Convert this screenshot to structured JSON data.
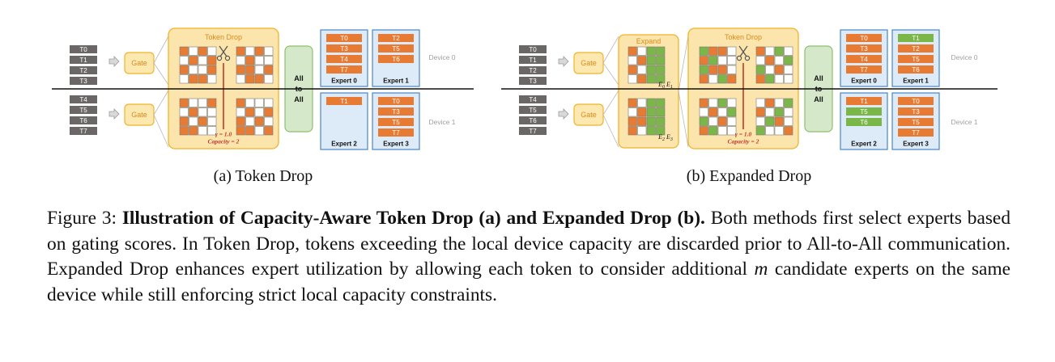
{
  "colors": {
    "orange": "#e87b33",
    "green": "#7ab648",
    "token_gray": "#6b6767",
    "gate_fill": "#fde9b0",
    "gate_border": "#f0b429",
    "drop_fill": "#fbe5ad",
    "expert_fill": "#dcebf7",
    "expert_border": "#4a86c5",
    "a2a_fill": "#d5e8c9",
    "a2a_border": "#8fbf6f",
    "drop_line": "#c0392b"
  },
  "icons": {
    "arrow": "right-arrow-icon",
    "scissors": "scissors-icon"
  },
  "panels": {
    "a": {
      "subcaption": "(a) Token Drop",
      "tokens_top": [
        "T0",
        "T1",
        "T2",
        "T3"
      ],
      "tokens_bottom": [
        "T4",
        "T5",
        "T6",
        "T7"
      ],
      "gate_label": "Gate",
      "drop_title": "Token Drop",
      "gamma": "γ = 1.0",
      "capacity": "Capacity = 2",
      "a2a_label": [
        "All",
        "to",
        "All"
      ],
      "device0": "Device 0",
      "device1": "Device 1",
      "experts": [
        {
          "name": "Expert 0",
          "tokens": [
            "T0",
            "T3",
            "T4",
            "T7"
          ]
        },
        {
          "name": "Expert 1",
          "tokens": [
            "T2",
            "T5",
            "T6"
          ]
        },
        {
          "name": "Expert 2",
          "tokens": [
            "T1"
          ]
        },
        {
          "name": "Expert 3",
          "tokens": [
            "T0",
            "T3",
            "T5",
            "T7"
          ]
        }
      ],
      "grids": [
        {
          "cells": [
            [
              1,
              0,
              1,
              0
            ],
            [
              0,
              1,
              0,
              1
            ],
            [
              1,
              0,
              0,
              1
            ],
            [
              0,
              1,
              1,
              0
            ]
          ]
        },
        {
          "cells": [
            [
              1,
              0,
              1,
              0
            ],
            [
              0,
              1,
              0,
              0
            ],
            [
              1,
              1,
              0,
              1
            ],
            [
              0,
              1,
              1,
              0
            ]
          ]
        },
        {
          "cells": [
            [
              1,
              0,
              0,
              1
            ],
            [
              0,
              1,
              0,
              0
            ],
            [
              1,
              0,
              1,
              0
            ],
            [
              1,
              1,
              0,
              0
            ]
          ]
        },
        {
          "cells": [
            [
              1,
              0,
              0,
              0
            ],
            [
              0,
              1,
              0,
              1
            ],
            [
              1,
              0,
              1,
              0
            ],
            [
              1,
              1,
              0,
              1
            ]
          ]
        }
      ]
    },
    "b": {
      "subcaption": "(b) Expanded Drop",
      "tokens_top": [
        "T0",
        "T1",
        "T2",
        "T3"
      ],
      "tokens_bottom": [
        "T4",
        "T5",
        "T6",
        "T7"
      ],
      "gate_label": "Gate",
      "expand_title": "Expand",
      "drop_title": "Token Drop",
      "gamma": "γ = 1.0",
      "capacity": "Capacity = 2",
      "e_labels_top": [
        "E",
        "0",
        "E",
        "1"
      ],
      "e_labels_bottom": [
        "E",
        "2",
        "E",
        "3"
      ],
      "a2a_label": [
        "All",
        "to",
        "All"
      ],
      "device0": "Device 0",
      "device1": "Device 1",
      "experts": [
        {
          "name": "Expert 0",
          "tokens": [
            {
              "t": "T0",
              "c": "o"
            },
            {
              "t": "T3",
              "c": "o"
            },
            {
              "t": "T4",
              "c": "o"
            },
            {
              "t": "T7",
              "c": "o"
            }
          ]
        },
        {
          "name": "Expert 1",
          "tokens": [
            {
              "t": "T1",
              "c": "g"
            },
            {
              "t": "T2",
              "c": "o"
            },
            {
              "t": "T5",
              "c": "o"
            },
            {
              "t": "T6",
              "c": "o"
            }
          ]
        },
        {
          "name": "Expert 2",
          "tokens": [
            {
              "t": "T1",
              "c": "o"
            },
            {
              "t": "T5",
              "c": "g"
            },
            {
              "t": "T6",
              "c": "g"
            }
          ]
        },
        {
          "name": "Expert 3",
          "tokens": [
            {
              "t": "T0",
              "c": "o"
            },
            {
              "t": "T3",
              "c": "o"
            },
            {
              "t": "T5",
              "c": "o"
            },
            {
              "t": "T7",
              "c": "o"
            }
          ]
        }
      ],
      "expand_grids": [
        {
          "cells": [
            [
              "o",
              "w",
              "g",
              "g"
            ],
            [
              "w",
              "o",
              "g",
              "g"
            ],
            [
              "o",
              "w",
              "g",
              "g"
            ],
            [
              "w",
              "o",
              "g",
              "g"
            ]
          ]
        },
        {
          "cells": [
            [
              "o",
              "w",
              "g",
              "g"
            ],
            [
              "w",
              "o",
              "g",
              "g"
            ],
            [
              "o",
              "o",
              "g",
              "g"
            ],
            [
              "o",
              "w",
              "g",
              "g"
            ]
          ]
        }
      ],
      "drop_grids": [
        {
          "cells": [
            [
              "g",
              "o",
              "o",
              "w"
            ],
            [
              "o",
              "g",
              "w",
              "w"
            ],
            [
              "g",
              "o",
              "o",
              "w"
            ],
            [
              "o",
              "w",
              "g",
              "o"
            ]
          ]
        },
        {
          "cells": [
            [
              "o",
              "w",
              "g",
              "w"
            ],
            [
              "w",
              "o",
              "w",
              "g"
            ],
            [
              "g",
              "w",
              "o",
              "w"
            ],
            [
              "o",
              "g",
              "w",
              "w"
            ]
          ]
        },
        {
          "cells": [
            [
              "o",
              "w",
              "g",
              "w"
            ],
            [
              "w",
              "o",
              "w",
              "g"
            ],
            [
              "g",
              "w",
              "o",
              "w"
            ],
            [
              "o",
              "g",
              "w",
              "w"
            ]
          ]
        },
        {
          "cells": [
            [
              "w",
              "o",
              "w",
              "g"
            ],
            [
              "o",
              "w",
              "g",
              "w"
            ],
            [
              "w",
              "g",
              "o",
              "w"
            ],
            [
              "g",
              "w",
              "w",
              "o"
            ]
          ]
        }
      ]
    }
  },
  "caption": {
    "label": "Figure 3:",
    "bold": "Illustration of Capacity-Aware Token Drop (a) and Expanded Drop (b).",
    "text1": "Both methods first select experts based on gating scores. In Token Drop, tokens exceeding the local device capacity are discarded prior to All-to-All communication. Expanded Drop enhances expert utilization by allowing each token to consider additional",
    "var": "m",
    "text2": "candidate experts on the same device while still enforcing strict local capacity constraints."
  }
}
